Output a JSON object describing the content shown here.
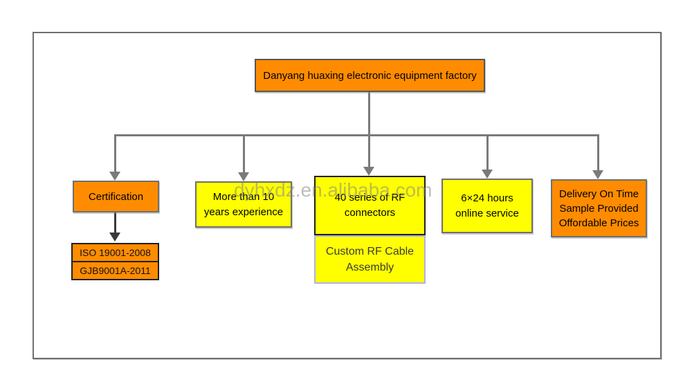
{
  "watermark_text": "dyhxdz.en.alibaba.com",
  "root": {
    "label": "Danyang huaxing electronic equipment factory"
  },
  "nodes": {
    "certification": {
      "label": "Certification"
    },
    "iso": {
      "row1": "ISO 19001-2008",
      "row2": "GJB9001A-2011"
    },
    "experience": {
      "line1": "More than 10",
      "line2": "years experience"
    },
    "rf_connectors": {
      "line1": "40 series of RF",
      "line2": "connectors"
    },
    "custom_cable": {
      "line1": "Custom RF Cable",
      "line2": "Assembly"
    },
    "online_service": {
      "line1": "6×24 hours",
      "line2": "online service"
    },
    "delivery": {
      "line1": "Delivery On Time",
      "line2": "Sample Provided",
      "line3": "Offordable Prices"
    }
  },
  "colors": {
    "orange_fill": "#FF8C00",
    "yellow_fill": "#FFFF00",
    "connector_gray": "#7A7A7A",
    "dark_arrow": "#3A3A3A",
    "box_border_gray": "#6F6F6F",
    "dark_border": "#202020",
    "lavender_border": "#B0B0E6",
    "watermark_gray": "#878787"
  }
}
